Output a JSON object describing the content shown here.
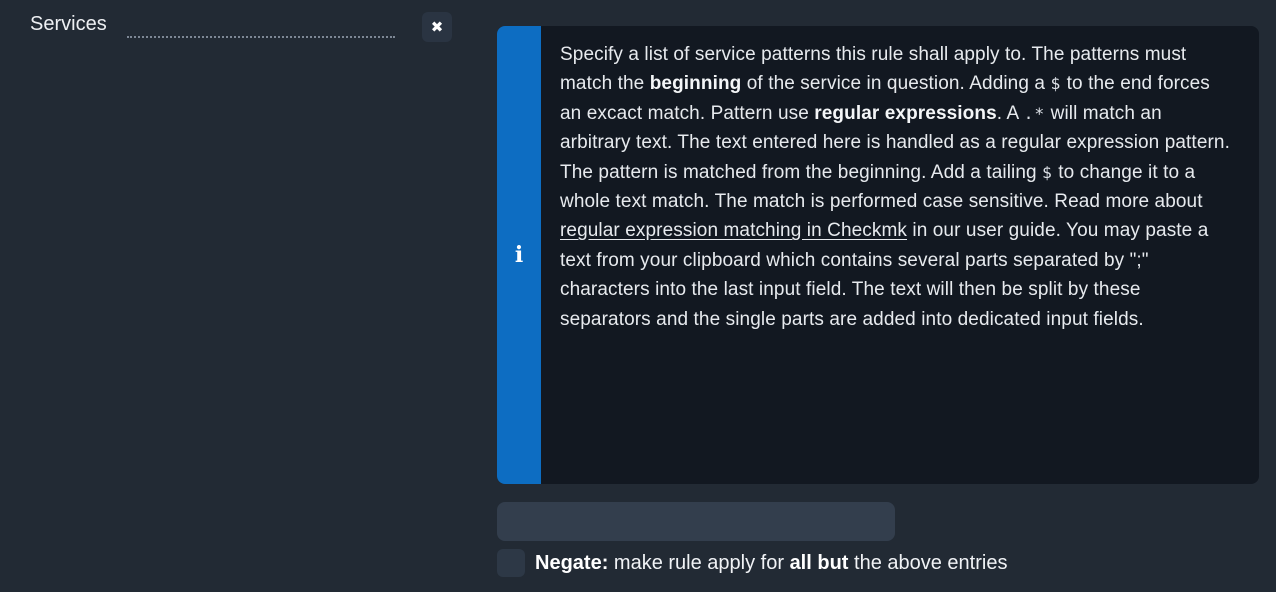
{
  "colors": {
    "page-bg": "#222a34",
    "box-bg": "#121821",
    "accent-blue": "#0d6dc2",
    "input-bg": "#333e4d",
    "checkbox-bg": "#2d3846",
    "button-bg": "#2a3442",
    "text-main": "#eceff3",
    "text-help": "#e7eaee",
    "leader-dots": "#7d8795"
  },
  "field_row": {
    "label": "Services",
    "close_icon": "✖"
  },
  "info_box": {
    "icon": "i",
    "segments": [
      {
        "t": "Specify a list of service patterns this rule shall apply to. The patterns must match the ",
        "s": "normal"
      },
      {
        "t": "beginning",
        "s": "bold"
      },
      {
        "t": " of the service in question. Adding a ",
        "s": "normal"
      },
      {
        "t": "$",
        "s": "mono"
      },
      {
        "t": " to the end forces an excact match. Pattern use ",
        "s": "normal"
      },
      {
        "t": "regular expressions",
        "s": "bold"
      },
      {
        "t": ". A ",
        "s": "normal"
      },
      {
        "t": ".*",
        "s": "mono"
      },
      {
        "t": " will match an arbitrary text. The text entered here is handled as a regular expression pattern. The pattern is matched from the beginning. Add a tailing ",
        "s": "normal"
      },
      {
        "t": "$",
        "s": "mono"
      },
      {
        "t": " to change it to a whole text match. The match is performed case sensitive. Read more about ",
        "s": "normal"
      },
      {
        "t": "regular expression matching in Checkmk",
        "s": "link",
        "name": "regex-guide-link"
      },
      {
        "t": " in our user guide. You may paste a text from your clipboard which contains several parts separated by \";\" characters into the last input field. The text will then be split by these separators and the single parts are added into dedicated input fields.",
        "s": "normal"
      }
    ]
  },
  "pattern_input": {
    "value": "",
    "placeholder": ""
  },
  "negate": {
    "checked": false,
    "segments": [
      {
        "t": "Negate:",
        "s": "bold"
      },
      {
        "t": " make rule apply for ",
        "s": "normal"
      },
      {
        "t": "all but",
        "s": "bold"
      },
      {
        "t": " the above entries",
        "s": "normal"
      }
    ]
  }
}
